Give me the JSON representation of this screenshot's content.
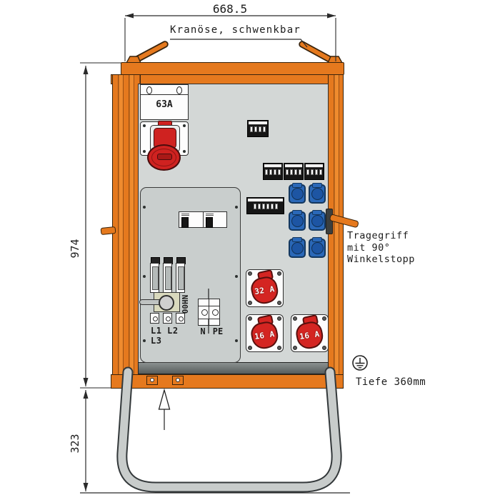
{
  "dimensions": {
    "width_top": "668.5",
    "height_left": "974",
    "stand_height": "323",
    "depth_note": "Tiefe 360mm"
  },
  "annotations": {
    "crane_eye": "Kranöse, schwenkbar",
    "carry_handle": "Tragegriff\nmit 90°\nWinkelstopp"
  },
  "components": {
    "main_inlet_rating": "63A",
    "fuse_switch_type": "NH00",
    "phase_labels": "L1 L2 L3",
    "neutral_label": "N",
    "earth_label": "PE",
    "cee_socket_1": "32 A",
    "cee_socket_2": "16 A",
    "cee_socket_3": "16 A"
  },
  "icons": {
    "earth_symbol": "protective-earth-icon",
    "up_arrow": "cable-entry-arrow-icon"
  },
  "colors": {
    "cabinet_orange": "#E5791E",
    "cee_red": "#D42522",
    "socket_blue": "#2A68B8",
    "door_gray": "#D3D7D6"
  }
}
